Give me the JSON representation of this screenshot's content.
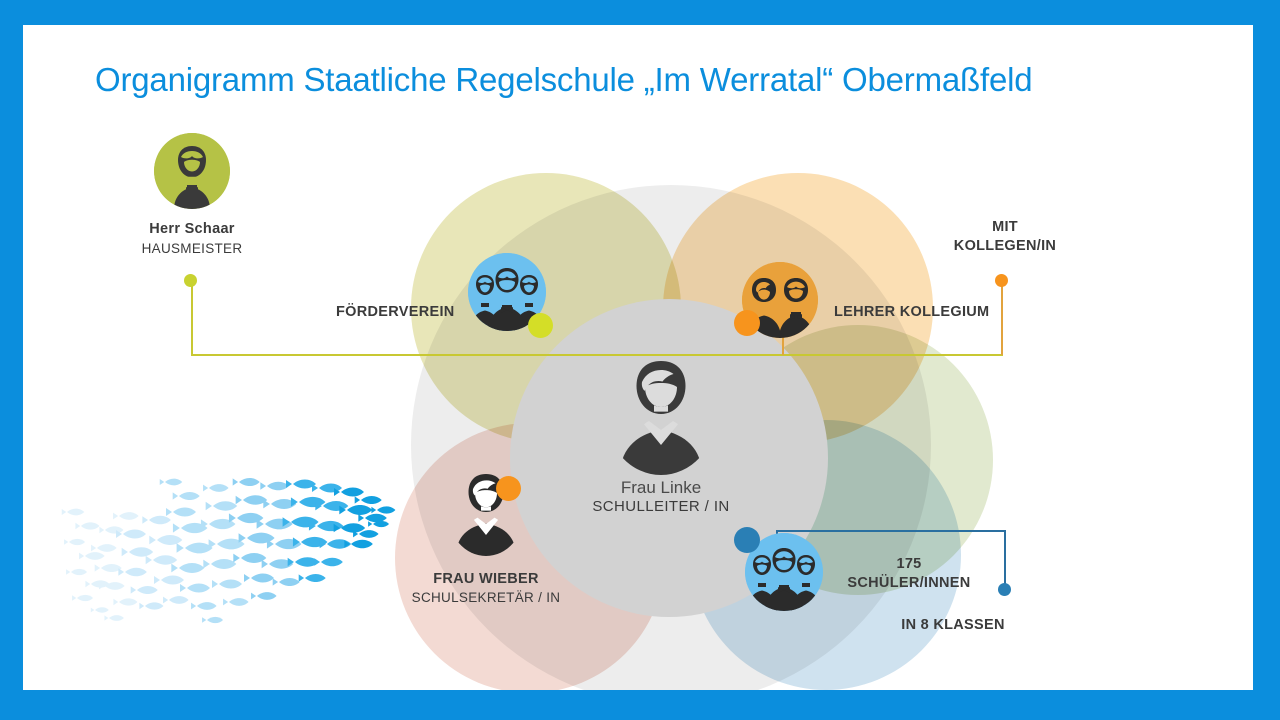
{
  "slide": {
    "title": "Organigramm Staatliche Regelschule „Im Werratal“ Obermaßfeld",
    "title_color": "#0b8edd",
    "border_color": "#0b8edd",
    "background_color": "#ffffff"
  },
  "center": {
    "name": "Frau Linke",
    "role": "SCHULLEITER / IN",
    "circle_color": "#d2d2d2",
    "icon": "woman-avatar-icon"
  },
  "nodes": {
    "hausmeister": {
      "name": "Herr Schaar",
      "role": "HAUSMEISTER",
      "avatar_color": "#b5c246",
      "dot_color": "#c8d230",
      "icon": "man-bowtie-avatar-icon"
    },
    "foerderverein": {
      "label": "FÖRDERVEREIN",
      "avatar_color": "#6cc0ef",
      "dot_color": "#d4de27",
      "icon": "group-three-avatar-icon"
    },
    "lehrer": {
      "label": "LEHRER KOLLEGIUM",
      "sub_line1": "MIT",
      "sub_line2": "KOLLEGEN/IN",
      "avatar_color": "#e9a13b",
      "dot_color": "#f7941d",
      "icon": "group-two-avatar-icon"
    },
    "sekretariat": {
      "name": "FRAU WIEBER",
      "role": "SCHULSEKRETÄR / IN",
      "avatar_color": "#ffffff",
      "dot_color": "#f7941d",
      "icon": "woman-avatar-icon"
    },
    "schueler": {
      "count_line1": "175",
      "count_line2": "SCHÜLER/INNEN",
      "classes": "IN  8 KLASSEN",
      "avatar_color": "#6cc0ef",
      "dot_color": "#2a7fb5",
      "icon": "group-three-avatar-icon"
    }
  },
  "decoration": {
    "fish_art": "fish-school-icon",
    "fish_colors": [
      "#d9effb",
      "#b7e1f7",
      "#89cef2",
      "#4cb7ec",
      "#17a3e3",
      "#0b8edd"
    ]
  },
  "venn": {
    "blobs": [
      {
        "name": "blob-yellow-green",
        "color": "#e8e6b8"
      },
      {
        "name": "blob-orange",
        "color": "#fbdfb4"
      },
      {
        "name": "blob-green",
        "color": "#dfe8cd"
      },
      {
        "name": "blob-blue",
        "color": "#cfe2ef"
      },
      {
        "name": "blob-pink",
        "color": "#f2d9d2"
      },
      {
        "name": "blob-gray",
        "color": "#ececec"
      }
    ]
  }
}
